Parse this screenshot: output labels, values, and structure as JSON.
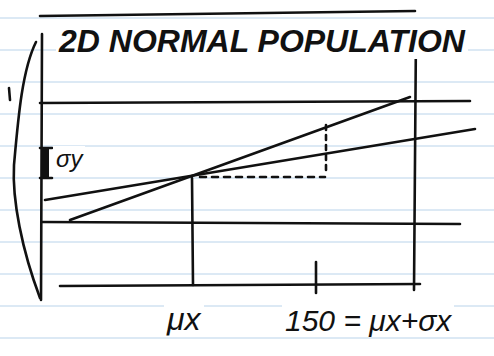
{
  "diagram": {
    "title": "2D NORMAL POPULATION",
    "labels": [
      "σy",
      "μx",
      "150 = μx+σx"
    ]
  }
}
